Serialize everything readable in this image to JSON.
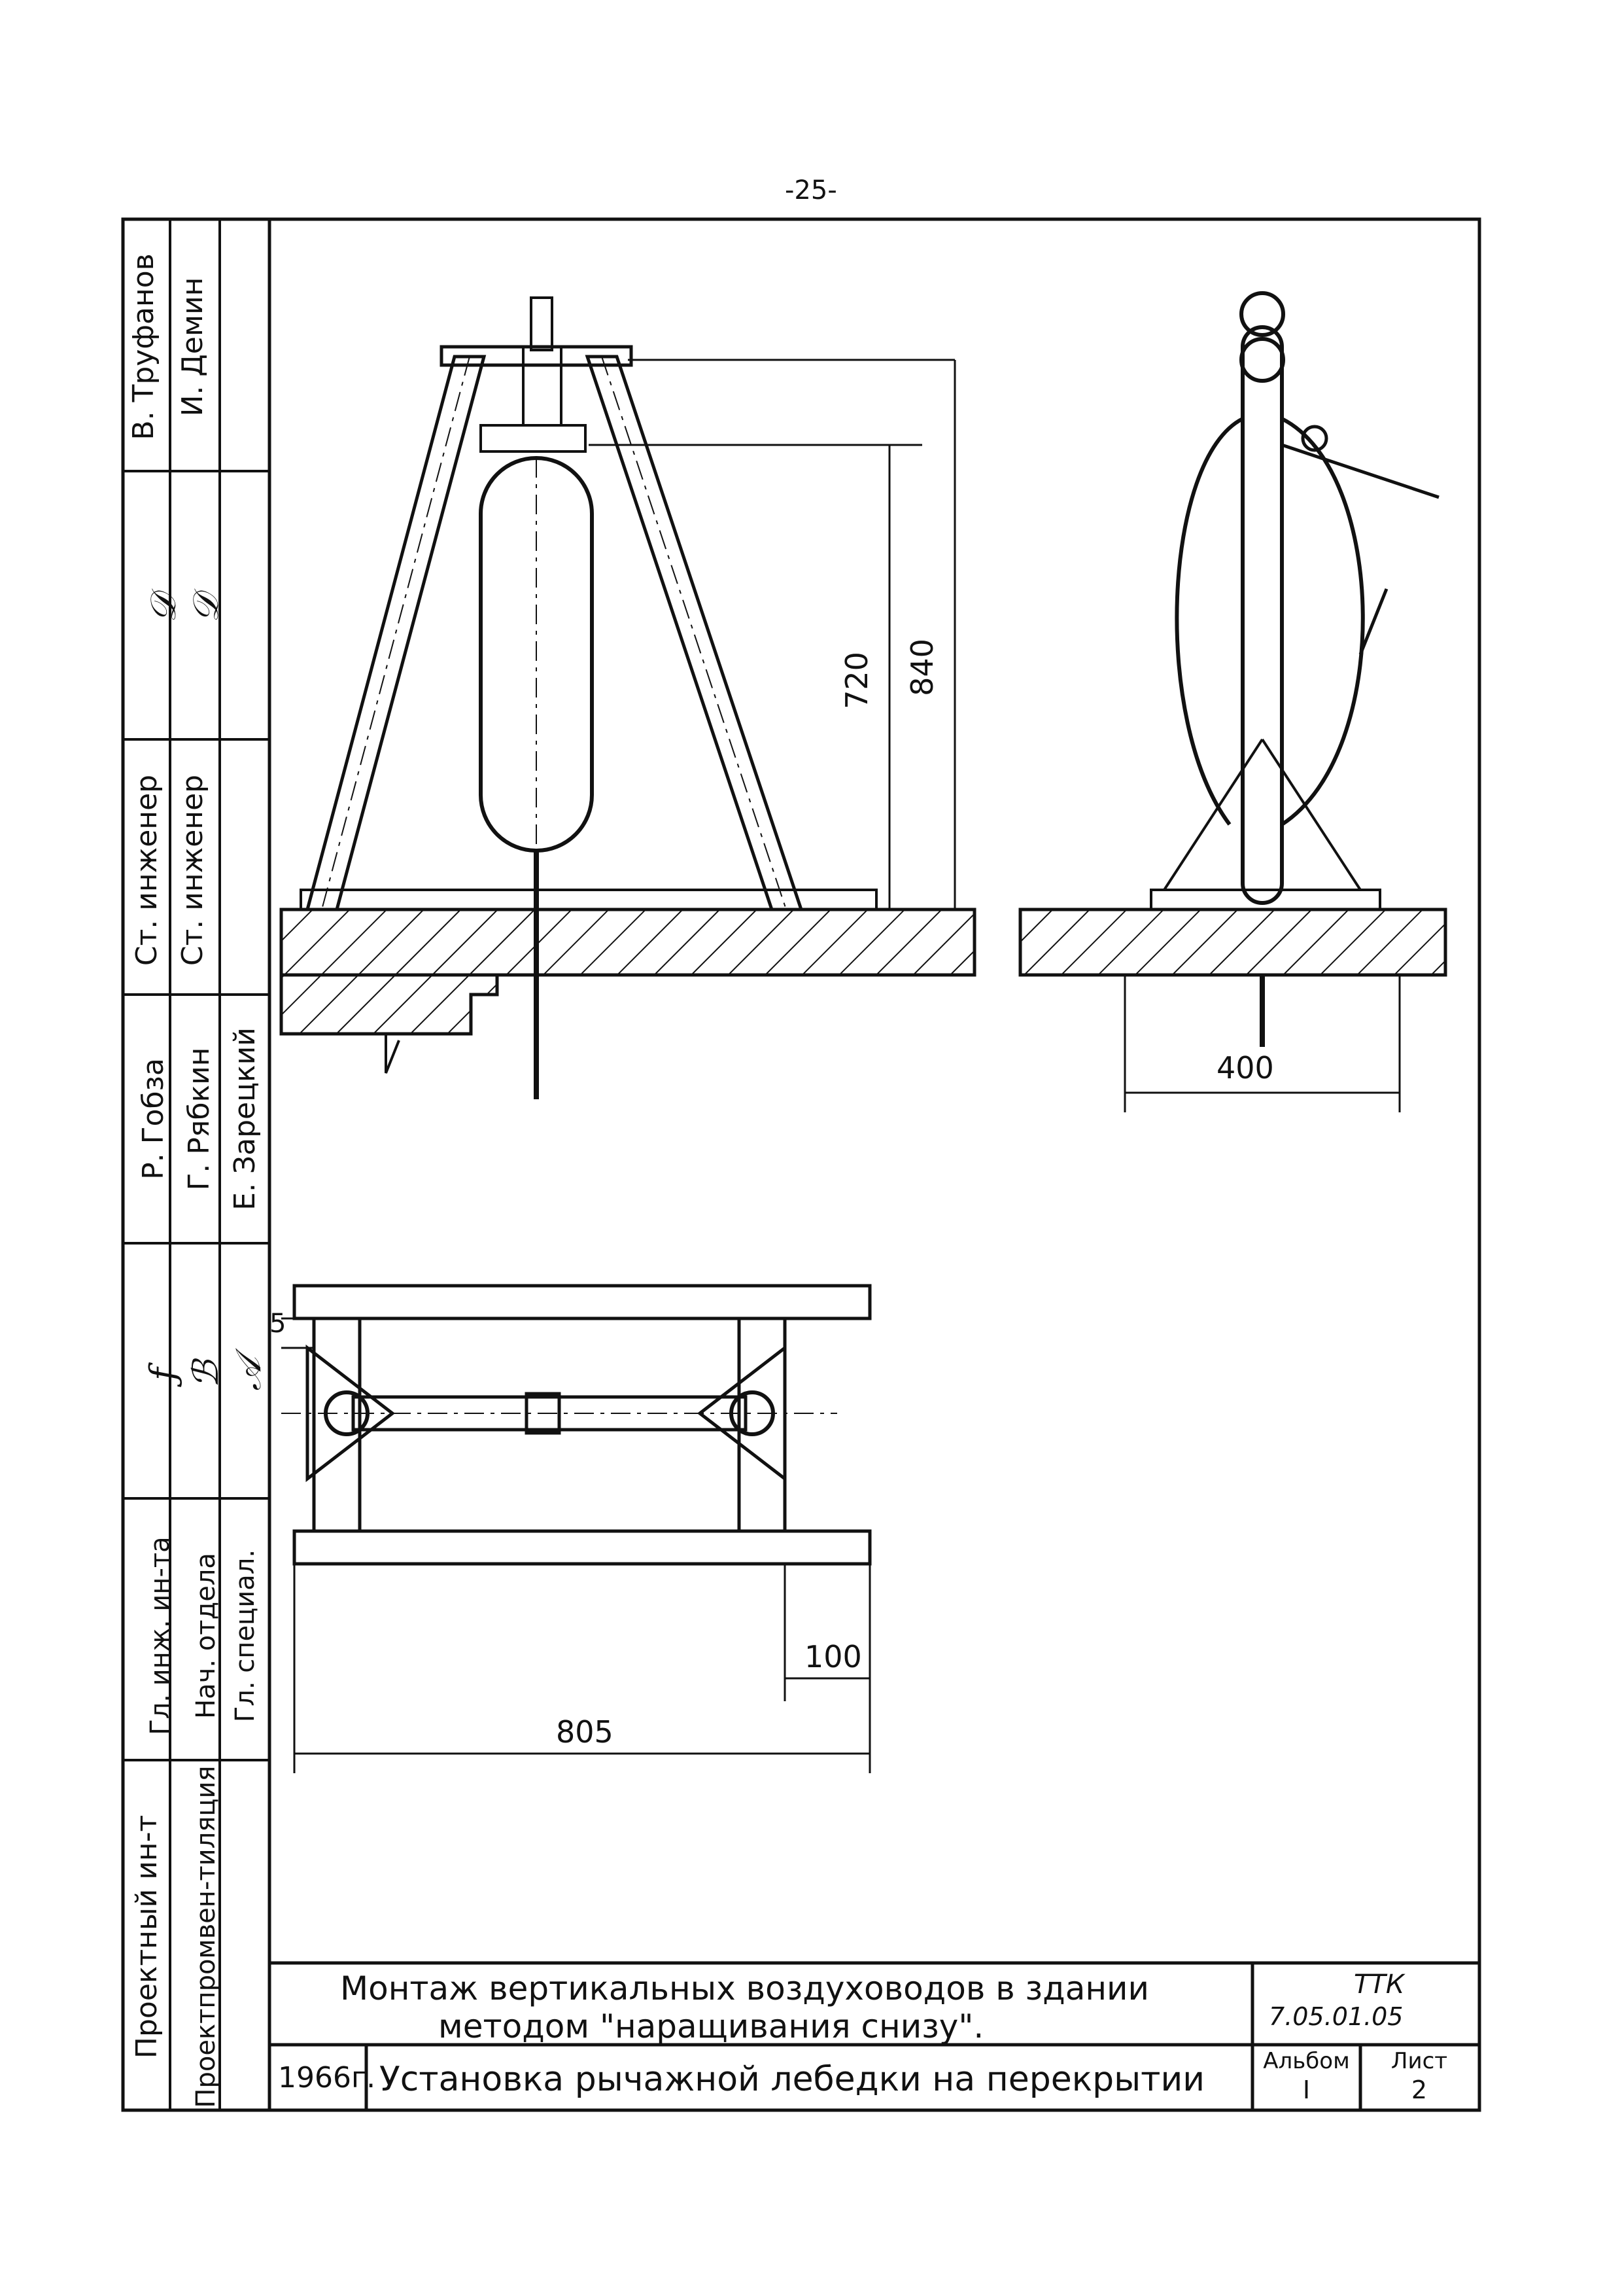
{
  "page_number": "-25-",
  "stamp": {
    "col1": {
      "top": "Проектный ин-т",
      "bottom": "Проектпромвен-тиляция"
    },
    "positions": [
      "Гл. инж. ин-та",
      "Нач. отдела",
      "Гл. специал."
    ],
    "signatures_left": [
      "signature",
      "signature",
      "signature"
    ],
    "names_left": [
      "Р. Гобза",
      "Г. Рябкин",
      "Е. Зарецкий"
    ],
    "roles_right": [
      "Ст. инженер",
      "Ст. инженер"
    ],
    "signatures_right": [
      "signature",
      "signature"
    ],
    "names_right": [
      "В. Труфанов",
      "И. Демин"
    ]
  },
  "title_block": {
    "title_line1": "Монтаж вертикальных воздуховодов в здании",
    "title_line2": "методом \"наращивания снизу\".",
    "code_label": "ТТК",
    "code": "7.05.01.05",
    "year": "1966г.",
    "subtitle": "Установка рычажной лебедки на перекрытии",
    "album_label": "Альбом",
    "album_value": "I",
    "sheet_label": "Лист",
    "sheet_value": "2"
  },
  "dimensions": {
    "height_inner": "720",
    "height_outer": "840",
    "width_side": "400",
    "width_plan": "805",
    "offset_plan": "100",
    "small_offset": "5"
  },
  "colors": {
    "ink": "#111111",
    "paper": "#ffffff"
  }
}
